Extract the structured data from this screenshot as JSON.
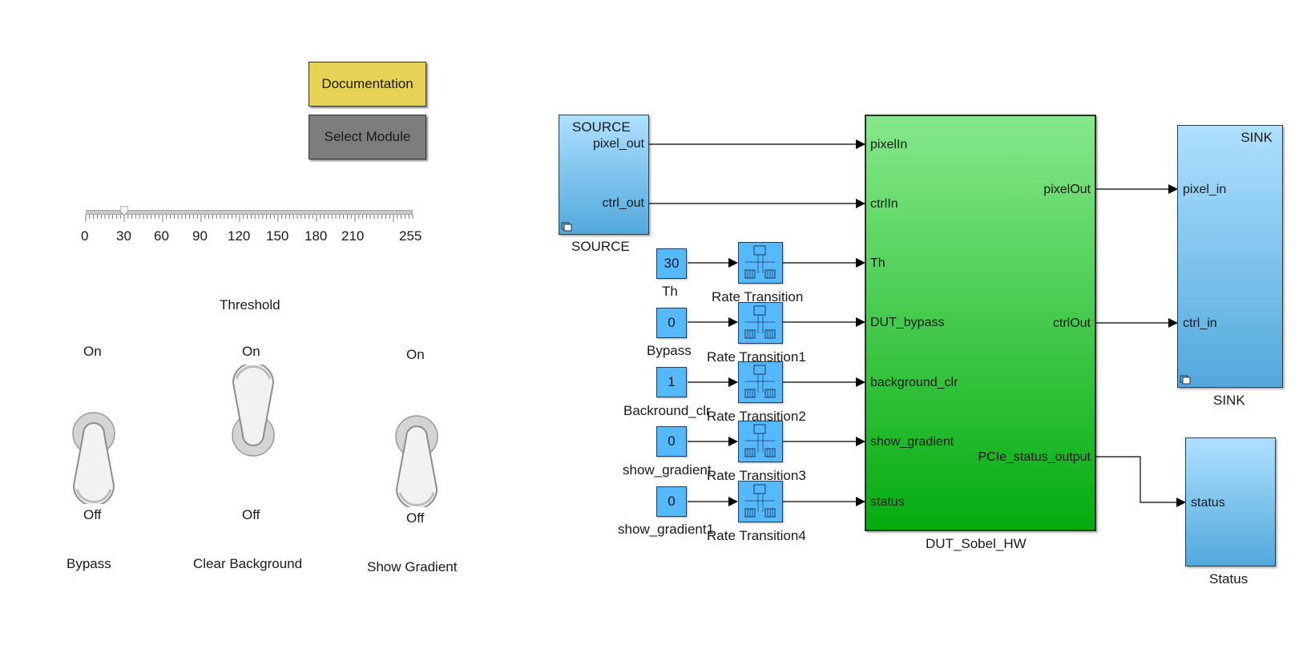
{
  "dashboard": {
    "documentation_label": "Documentation",
    "select_module_label": "Select Module",
    "documentation_color": "#e6d254",
    "select_module_color": "#7d7d7d",
    "threshold": {
      "label": "Threshold",
      "value": 30,
      "min": 0,
      "max": 255,
      "ticks": [
        "0",
        "30",
        "60",
        "90",
        "120",
        "150",
        "180",
        "210",
        "255"
      ]
    },
    "switches": [
      {
        "label": "Bypass",
        "on_label": "On",
        "off_label": "Off",
        "state": "Off"
      },
      {
        "label": "Clear Background",
        "on_label": "On",
        "off_label": "Off",
        "state": "On"
      },
      {
        "label": "Show Gradient",
        "on_label": "On",
        "off_label": "Off",
        "state": "Off"
      }
    ]
  },
  "model": {
    "source": {
      "title": "SOURCE",
      "name": "SOURCE",
      "ports": [
        "pixel_out",
        "ctrl_out"
      ]
    },
    "constants": [
      {
        "value": "30",
        "name": "Th"
      },
      {
        "value": "0",
        "name": "Bypass"
      },
      {
        "value": "1",
        "name": "Backround_clr"
      },
      {
        "value": "0",
        "name": "show_gradient"
      },
      {
        "value": "0",
        "name": "show_gradient1"
      }
    ],
    "rate_transitions": [
      "Rate Transition",
      "Rate Transition1",
      "Rate Transition2",
      "Rate Transition3",
      "Rate Transition4"
    ],
    "dut": {
      "name": "DUT_Sobel_HW",
      "inputs": [
        "pixelIn",
        "ctrlIn",
        "Th",
        "DUT_bypass",
        "background_clr",
        "show_gradient",
        "status"
      ],
      "outputs": [
        "pixelOut",
        "ctrlOut",
        "PCIe_status_output"
      ],
      "color": "#03ac0f"
    },
    "sink": {
      "title": "SINK",
      "name": "SINK",
      "ports": [
        "pixel_in",
        "ctrl_in"
      ]
    },
    "status": {
      "name": "Status",
      "port": "status"
    },
    "block_color": "#56b8ff"
  }
}
